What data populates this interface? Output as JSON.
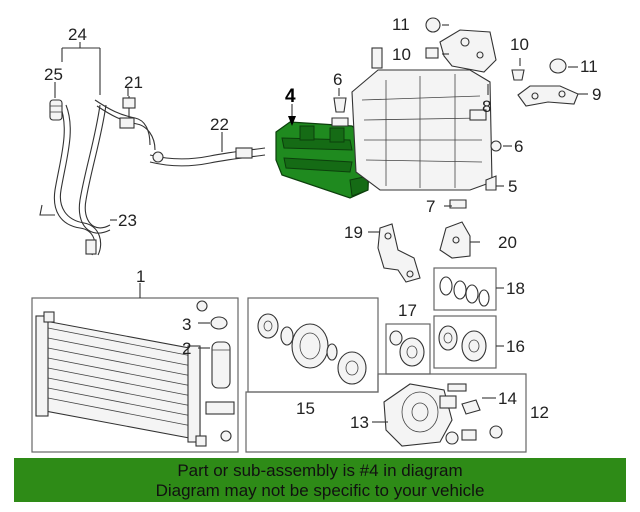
{
  "callouts": {
    "n1": "1",
    "n2": "2",
    "n3": "3",
    "n4": "4",
    "n5": "5",
    "n6a": "6",
    "n6b": "6",
    "n7": "7",
    "n8": "8",
    "n9": "9",
    "n10a": "10",
    "n10b": "10",
    "n11a": "11",
    "n11b": "11",
    "n12": "12",
    "n13": "13",
    "n14": "14",
    "n15": "15",
    "n16": "16",
    "n17": "17",
    "n18": "18",
    "n19": "19",
    "n20": "20",
    "n21": "21",
    "n22": "22",
    "n23": "23",
    "n24": "24",
    "n25": "25"
  },
  "highlighted_part": "4",
  "colors": {
    "highlight": "#1f8a1f",
    "banner": "#2e8b17"
  },
  "banner": {
    "line1": "Part or sub-assembly is #4 in diagram",
    "line2": "Diagram may not be specific to your vehicle"
  }
}
